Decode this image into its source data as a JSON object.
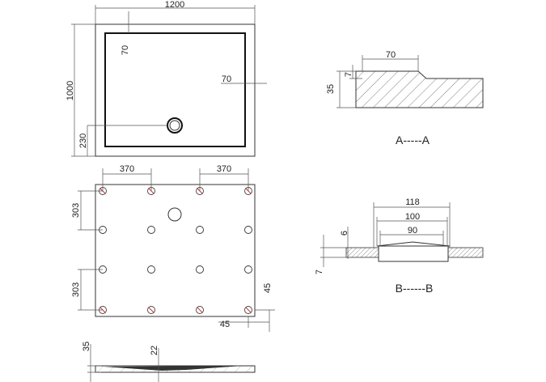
{
  "top_view": {
    "width_dim": "1200",
    "height_dim": "1000",
    "rim_top_dim": "70",
    "rim_right_dim": "70",
    "drain_offset_dim": "230"
  },
  "bottom_view": {
    "spacing_left_dim": "370",
    "spacing_right_dim": "370",
    "spacing_top_vertical_dim": "303",
    "spacing_bottom_vertical_dim": "303",
    "edge_vertical_dim": "45",
    "edge_horizontal_dim": "45",
    "cross_color": "#cc3333"
  },
  "side_view": {
    "thickness_dim": "35",
    "drain_depth_dim": "22"
  },
  "section_a": {
    "label": "A-----A",
    "rim_width_dim": "70",
    "height_dim": "35",
    "step_dim": "7"
  },
  "section_b": {
    "label": "B------B",
    "outer_dim": "118",
    "middle_dim": "100",
    "inner_dim": "90",
    "top_dim": "6",
    "plate_dim": "7"
  }
}
